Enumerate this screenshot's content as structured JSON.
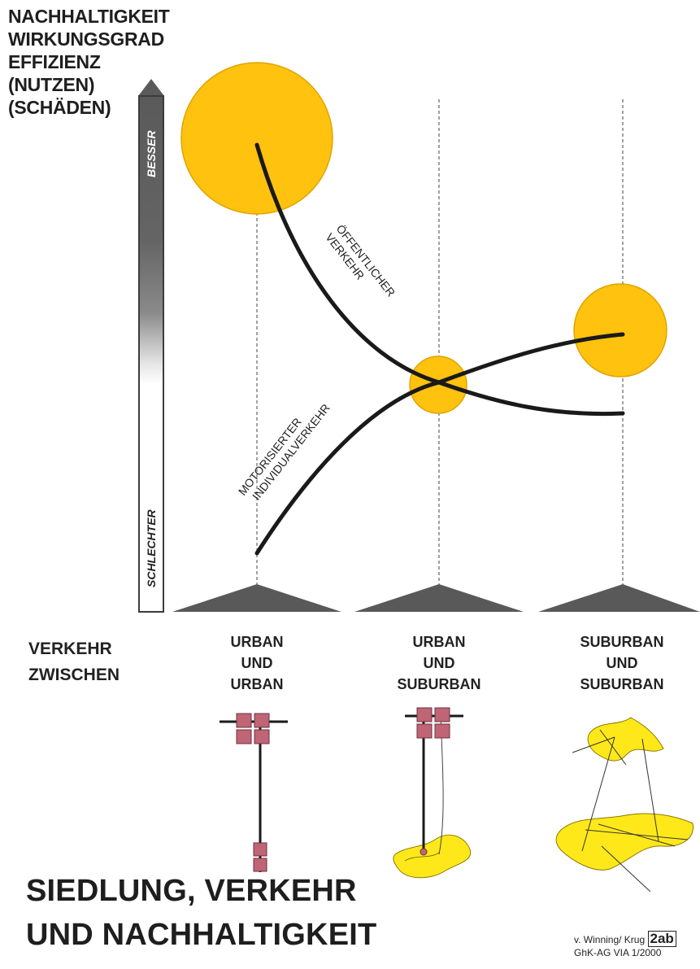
{
  "y_axis_title": [
    "NACHHALTIGKEIT",
    "WIRKUNGSGRAD",
    "EFFIZIENZ",
    "(NUTZEN)",
    "(SCHÄDEN)"
  ],
  "scale": {
    "top_label": "BESSER",
    "bottom_label": "SCHLECHTER"
  },
  "curves": {
    "public": "ÖFFENTLICHER VERKEHR",
    "public_lines": [
      "ÖFFENTLICHER",
      "VERKEHR"
    ],
    "private": "MOTORISIERTER INDIVIDUALVERKEHR",
    "private_lines": [
      "MOTORISIERTER",
      "INDIVIDUALVERKEHR"
    ]
  },
  "row_label": [
    "VERKEHR",
    "ZWISCHEN"
  ],
  "columns": [
    {
      "lines": [
        "URBAN",
        "UND",
        "URBAN"
      ]
    },
    {
      "lines": [
        "URBAN",
        "UND",
        "SUBURBAN"
      ]
    },
    {
      "lines": [
        "SUBURBAN",
        "UND",
        "SUBURBAN"
      ]
    }
  ],
  "title": [
    "SIEDLUNG, VERKEHR",
    "UND NACHHALTIGKEIT"
  ],
  "credit": {
    "line1": "v. Winning/ Krug",
    "badge": "2ab",
    "line2": "GhK-AG VIA 1/2000"
  },
  "colors": {
    "circle_fill": "#FFC20E",
    "circle_stroke": "#E0A400",
    "curve": "#1a1a1a",
    "triangle": "#595959",
    "scale_dark": "#5a5a5a",
    "block": "#C06575",
    "blob": "#FFE81A"
  }
}
